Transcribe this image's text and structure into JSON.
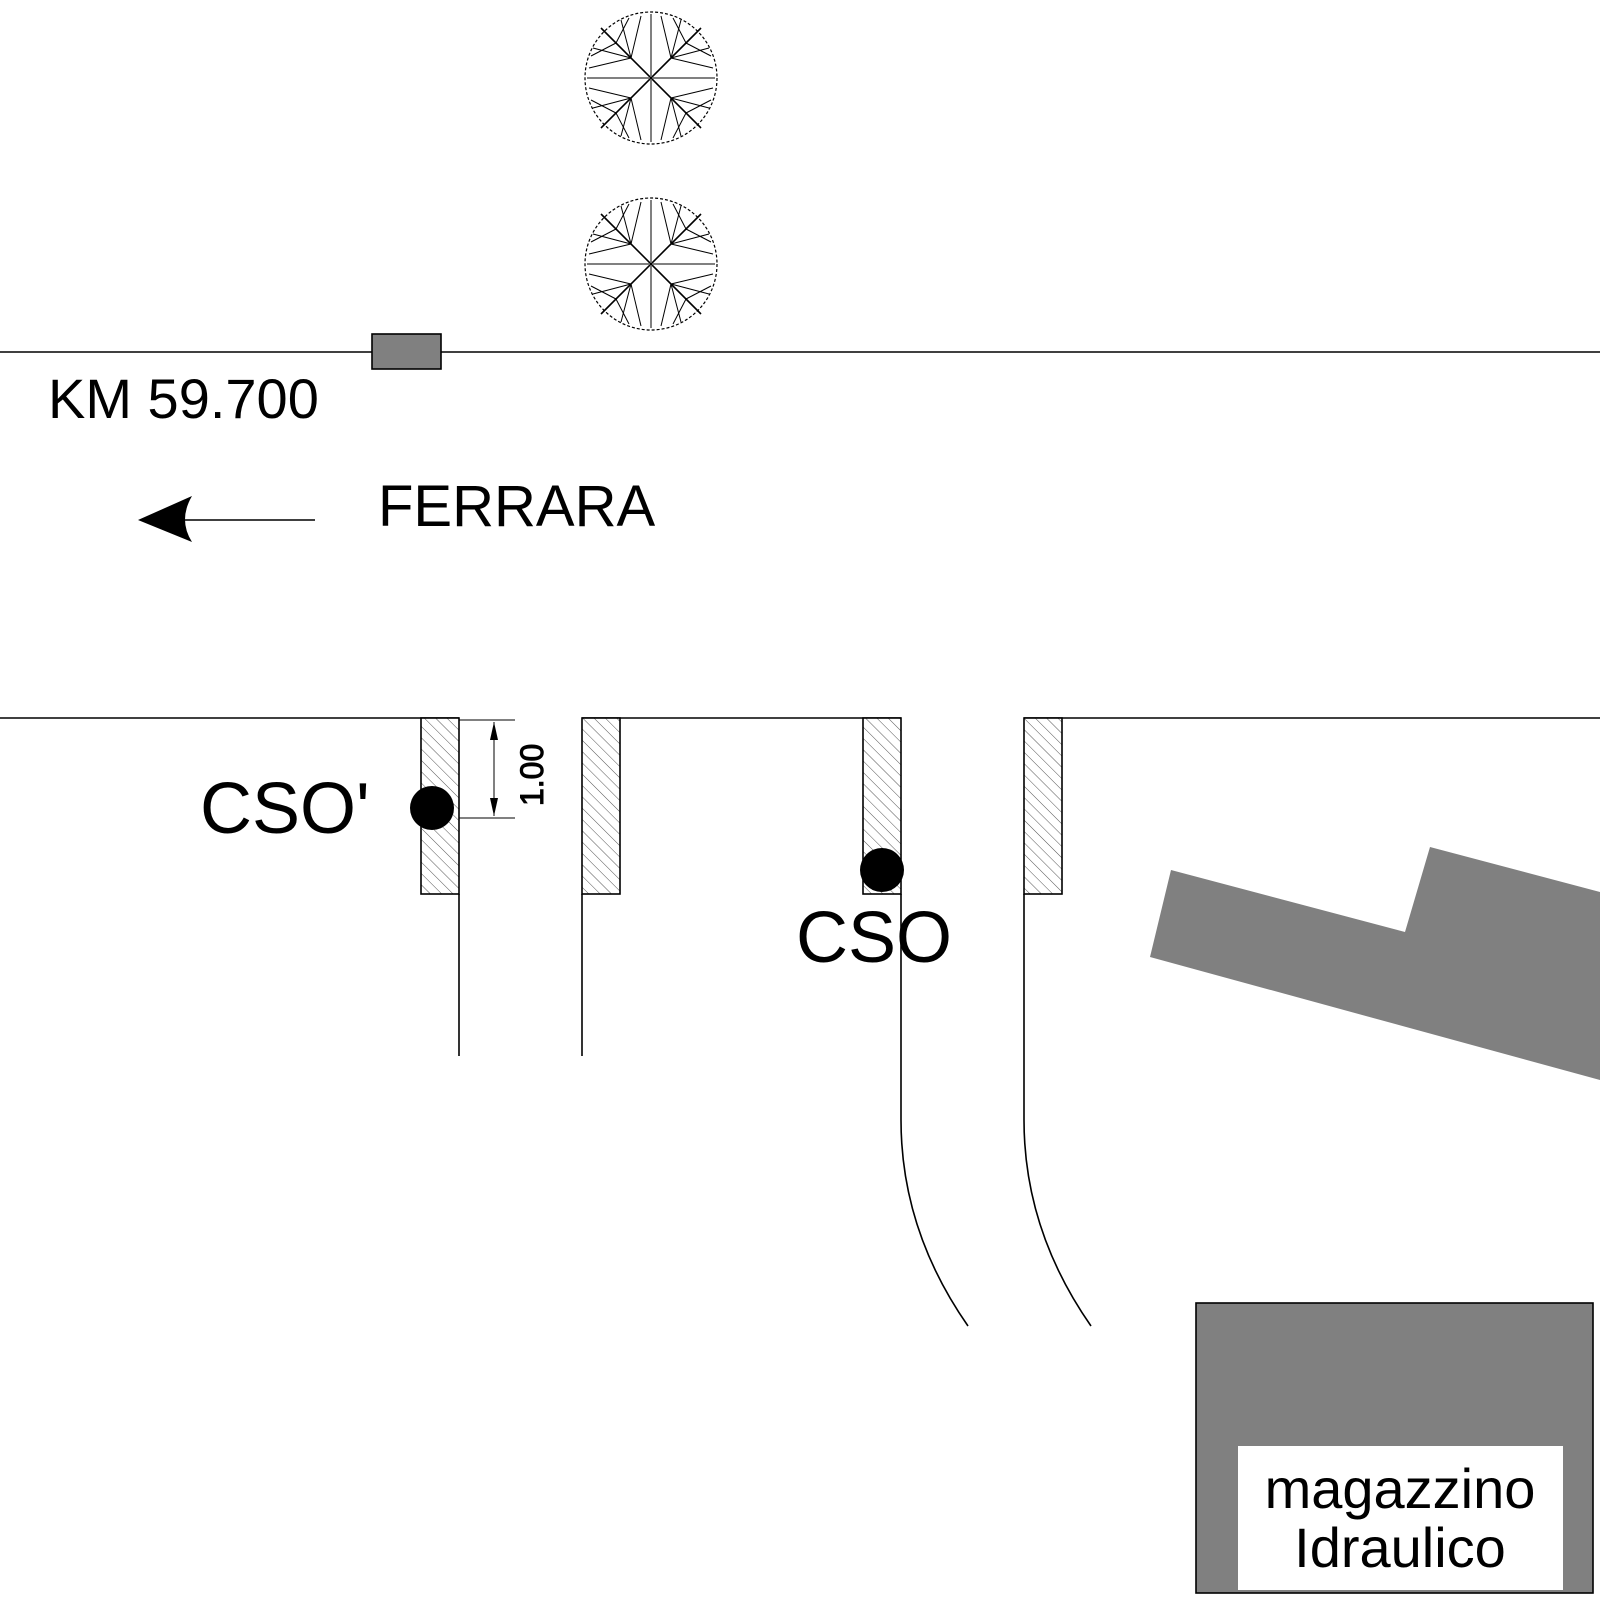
{
  "labels": {
    "km_marker": "KM 59.700",
    "direction": "FERRARA",
    "point_primary": "CSO",
    "point_secondary": "CSO'",
    "dimension": "1.00",
    "building_line1": "magazzino",
    "building_line2": "Idraulico"
  },
  "colors": {
    "building_fill": "#808080",
    "line": "#000000",
    "background": "#ffffff"
  }
}
